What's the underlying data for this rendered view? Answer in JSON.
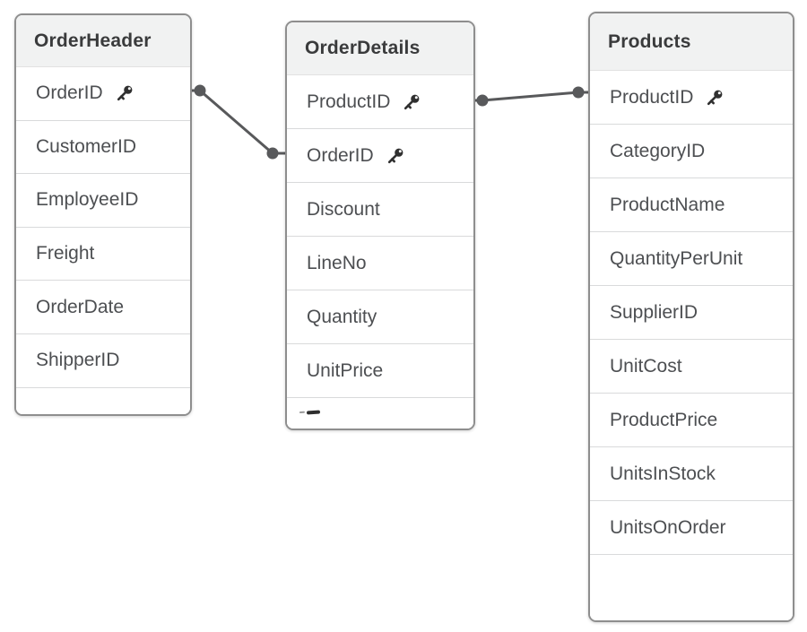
{
  "diagram": {
    "type": "data-model",
    "colors": {
      "card_border": "#8e8e8e",
      "header_bg": "#f1f2f2",
      "row_divider": "#d9dadb",
      "title_text": "#3a3b3c",
      "field_text": "#4d4f52",
      "connector": "#58595b",
      "key_icon": "#303030"
    },
    "icons": {
      "primary_key": "key-icon"
    }
  },
  "tables": [
    {
      "name": "OrderHeader",
      "fields": [
        {
          "label": "OrderID",
          "key": true
        },
        {
          "label": "CustomerID",
          "key": false
        },
        {
          "label": "EmployeeID",
          "key": false
        },
        {
          "label": "Freight",
          "key": false
        },
        {
          "label": "OrderDate",
          "key": false
        },
        {
          "label": "ShipperID",
          "key": false
        }
      ]
    },
    {
      "name": "OrderDetails",
      "fields": [
        {
          "label": "ProductID",
          "key": true
        },
        {
          "label": "OrderID",
          "key": true
        },
        {
          "label": "Discount",
          "key": false
        },
        {
          "label": "LineNo",
          "key": false
        },
        {
          "label": "Quantity",
          "key": false
        },
        {
          "label": "UnitPrice",
          "key": false
        }
      ],
      "clipped_field_text": "-"
    },
    {
      "name": "Products",
      "fields": [
        {
          "label": "ProductID",
          "key": true
        },
        {
          "label": "CategoryID",
          "key": false
        },
        {
          "label": "ProductName",
          "key": false
        },
        {
          "label": "QuantityPerUnit",
          "key": false
        },
        {
          "label": "SupplierID",
          "key": false
        },
        {
          "label": "UnitCost",
          "key": false
        },
        {
          "label": "ProductPrice",
          "key": false
        },
        {
          "label": "UnitsInStock",
          "key": false
        },
        {
          "label": "UnitsOnOrder",
          "key": false
        }
      ]
    }
  ],
  "connectors": [
    {
      "from": "OrderHeader.OrderID",
      "to": "OrderDetails.OrderID"
    },
    {
      "from": "OrderDetails.ProductID",
      "to": "Products.ProductID"
    }
  ]
}
